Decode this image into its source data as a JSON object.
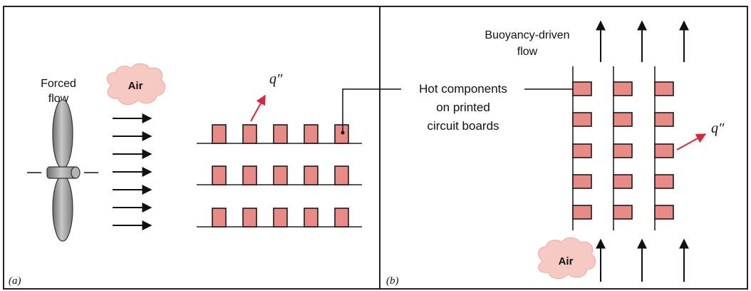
{
  "panel_a": {
    "label": "(a)",
    "forced_flow_label_line1": "Forced",
    "forced_flow_label_line2": "flow",
    "air_label": "Air",
    "heat_flux_label": "q″"
  },
  "panel_b": {
    "label": "(b)",
    "buoyancy_label_line1": "Buoyancy-driven",
    "buoyancy_label_line2": "flow",
    "air_label": "Air",
    "heat_flux_label": "q″"
  },
  "callout": {
    "line1": "Hot components",
    "line2": "on printed",
    "line3": "circuit boards"
  },
  "colors": {
    "component_fill": "#e88a86",
    "cloud_fill": "#f7c9c3",
    "heat_flux_arrow": "#d8263a",
    "fan_fill": "#9a9a9a"
  },
  "icons": {
    "fan": "fan-propeller-icon",
    "cloud": "air-cloud-icon"
  }
}
